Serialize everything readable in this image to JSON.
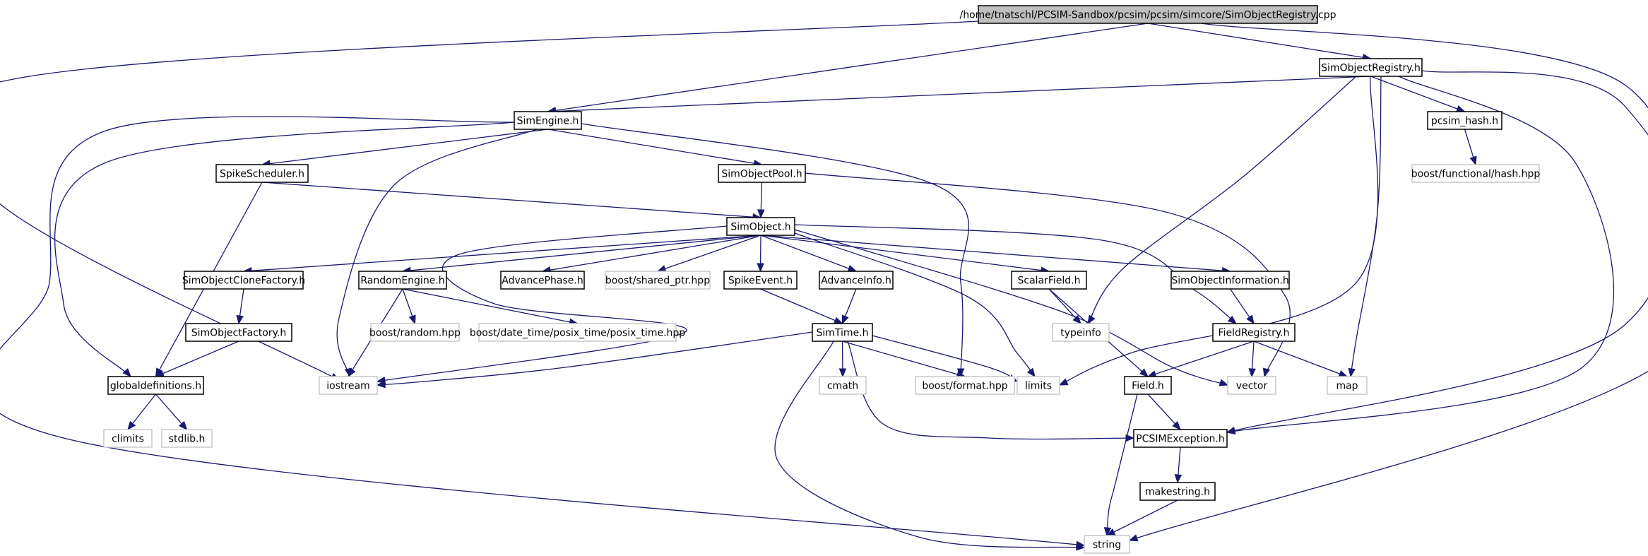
{
  "graph": {
    "nodes": {
      "root": "/home/tnatschl/PCSIM-Sandbox/pcsim/pcsim/simcore/SimObjectRegistry.cpp",
      "simobjectregistry_h": "SimObjectRegistry.h",
      "simengine_h": "SimEngine.h",
      "pcsim_hash_h": "pcsim_hash.h",
      "boost_functional_hash": "boost/functional/hash.hpp",
      "spikescheduler_h": "SpikeScheduler.h",
      "simobjectpool_h": "SimObjectPool.h",
      "simobject_h": "SimObject.h",
      "simobjectclonefactory_h": "SimObjectCloneFactory.h",
      "randomengine_h": "RandomEngine.h",
      "advancephase_h": "AdvancePhase.h",
      "boost_shared_ptr": "boost/shared_ptr.hpp",
      "spikeevent_h": "SpikeEvent.h",
      "advanceinfo_h": "AdvanceInfo.h",
      "scalarfield_h": "ScalarField.h",
      "simobjectinformation_h": "SimObjectInformation.h",
      "simobjectfactory_h": "SimObjectFactory.h",
      "boost_random": "boost/random.hpp",
      "boost_posix_time": "boost/date_time/posix_time/posix_time.hpp",
      "simtime_h": "SimTime.h",
      "typeinfo": "typeinfo",
      "fieldregistry_h": "FieldRegistry.h",
      "globaldefinitions_h": "globaldefinitions.h",
      "iostream": "iostream",
      "cmath": "cmath",
      "boost_format": "boost/format.hpp",
      "limits": "limits",
      "field_h": "Field.h",
      "vector": "vector",
      "map": "map",
      "climits": "climits",
      "stdlib_h": "stdlib.h",
      "pcsimexception_h": "PCSIMException.h",
      "makestring_h": "makestring.h",
      "string": "string"
    },
    "external": [
      "boost_functional_hash",
      "boost_shared_ptr",
      "boost_random",
      "boost_posix_time",
      "typeinfo",
      "iostream",
      "cmath",
      "boost_format",
      "limits",
      "vector",
      "map",
      "climits",
      "stdlib_h",
      "string"
    ],
    "edges": [
      [
        "root",
        "simobjectregistry_h"
      ],
      [
        "root",
        "simengine_h"
      ],
      [
        "root",
        "iostream"
      ],
      [
        "root",
        "pcsimexception_h"
      ],
      [
        "simobjectregistry_h",
        "simengine_h"
      ],
      [
        "simobjectregistry_h",
        "pcsim_hash_h"
      ],
      [
        "simobjectregistry_h",
        "typeinfo"
      ],
      [
        "simobjectregistry_h",
        "limits"
      ],
      [
        "simobjectregistry_h",
        "map"
      ],
      [
        "simobjectregistry_h",
        "pcsimexception_h"
      ],
      [
        "simobjectregistry_h",
        "string"
      ],
      [
        "pcsim_hash_h",
        "boost_functional_hash"
      ],
      [
        "simengine_h",
        "spikescheduler_h"
      ],
      [
        "simengine_h",
        "simobjectpool_h"
      ],
      [
        "simengine_h",
        "globaldefinitions_h"
      ],
      [
        "simengine_h",
        "iostream"
      ],
      [
        "simengine_h",
        "boost_format"
      ],
      [
        "simengine_h",
        "string"
      ],
      [
        "spikescheduler_h",
        "simobject_h"
      ],
      [
        "spikescheduler_h",
        "globaldefinitions_h"
      ],
      [
        "simobjectpool_h",
        "simobject_h"
      ],
      [
        "simobjectpool_h",
        "vector"
      ],
      [
        "simobject_h",
        "simobjectclonefactory_h"
      ],
      [
        "simobject_h",
        "randomengine_h"
      ],
      [
        "simobject_h",
        "advancephase_h"
      ],
      [
        "simobject_h",
        "boost_shared_ptr"
      ],
      [
        "simobject_h",
        "spikeevent_h"
      ],
      [
        "simobject_h",
        "advanceinfo_h"
      ],
      [
        "simobject_h",
        "scalarfield_h"
      ],
      [
        "simobject_h",
        "simobjectinformation_h"
      ],
      [
        "simobject_h",
        "fieldregistry_h"
      ],
      [
        "simobject_h",
        "iostream"
      ],
      [
        "simobject_h",
        "limits"
      ],
      [
        "simobject_h",
        "vector"
      ],
      [
        "simobjectclonefactory_h",
        "simobjectfactory_h"
      ],
      [
        "simobjectfactory_h",
        "globaldefinitions_h"
      ],
      [
        "randomengine_h",
        "boost_random"
      ],
      [
        "randomengine_h",
        "boost_posix_time"
      ],
      [
        "randomengine_h",
        "iostream"
      ],
      [
        "spikeevent_h",
        "simtime_h"
      ],
      [
        "advanceinfo_h",
        "simtime_h"
      ],
      [
        "scalarfield_h",
        "typeinfo"
      ],
      [
        "scalarfield_h",
        "field_h"
      ],
      [
        "simobjectinformation_h",
        "fieldregistry_h"
      ],
      [
        "simtime_h",
        "iostream"
      ],
      [
        "simtime_h",
        "cmath"
      ],
      [
        "simtime_h",
        "boost_format"
      ],
      [
        "simtime_h",
        "limits"
      ],
      [
        "simtime_h",
        "pcsimexception_h"
      ],
      [
        "simtime_h",
        "string"
      ],
      [
        "fieldregistry_h",
        "field_h"
      ],
      [
        "fieldregistry_h",
        "vector"
      ],
      [
        "fieldregistry_h",
        "map"
      ],
      [
        "globaldefinitions_h",
        "climits"
      ],
      [
        "globaldefinitions_h",
        "stdlib_h"
      ],
      [
        "field_h",
        "pcsimexception_h"
      ],
      [
        "field_h",
        "string"
      ],
      [
        "pcsimexception_h",
        "makestring_h"
      ],
      [
        "makestring_h",
        "string"
      ]
    ]
  }
}
